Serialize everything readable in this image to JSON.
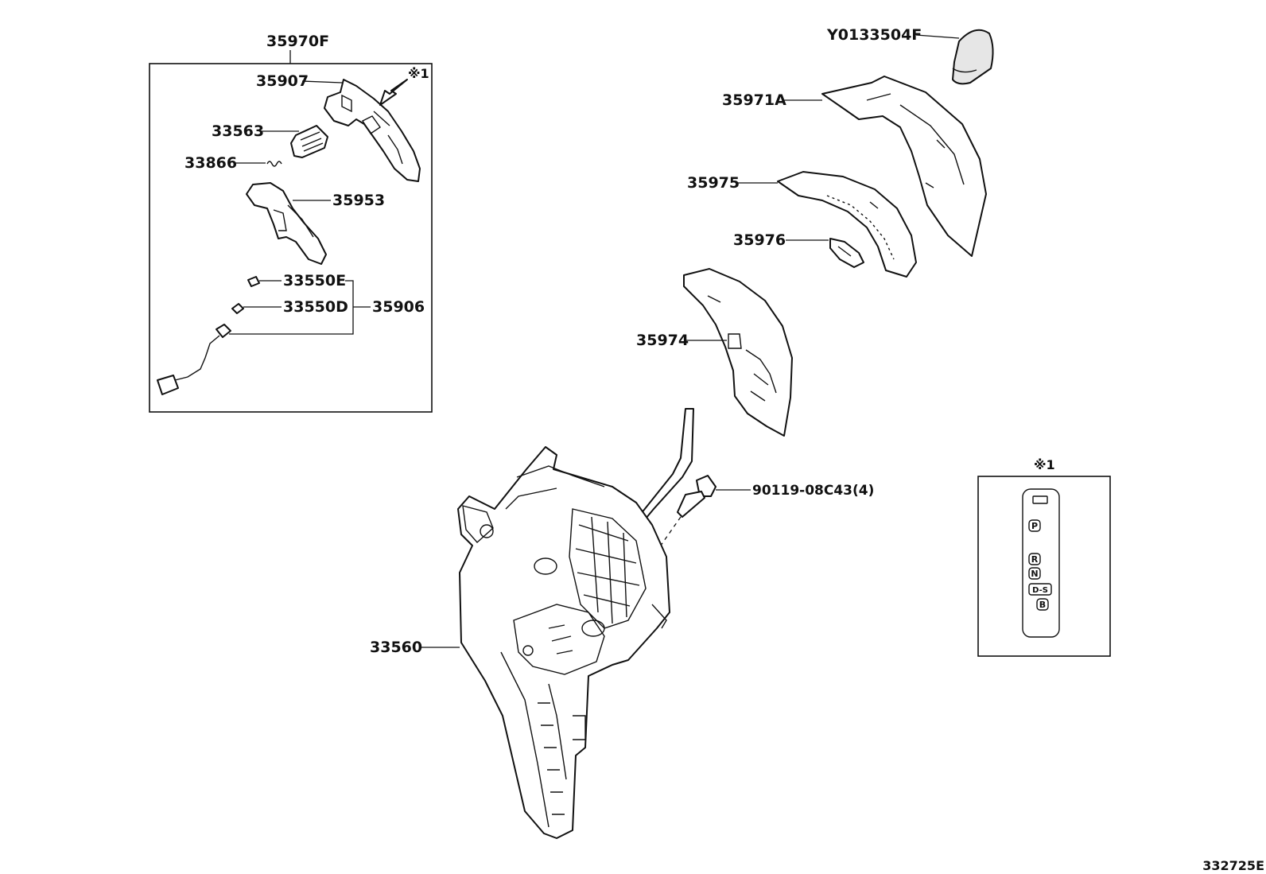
{
  "callouts": {
    "kit": "35970F",
    "p35907": "35907",
    "p33563": "33563",
    "p33866": "33866",
    "p35953": "35953",
    "p33550e": "33550E",
    "p33550d": "33550D",
    "p35906": "35906",
    "knob": "Y0133504F",
    "p35971a": "35971A",
    "p35975": "35975",
    "p35976": "35976",
    "p35974": "35974",
    "bolt": "90119-08C43(4)",
    "p33560": "33560",
    "note_marker": "※1",
    "detail_marker": "※1"
  },
  "shift_indicator": {
    "positions": [
      "P",
      "R",
      "N",
      "D-S",
      "B"
    ]
  },
  "drawing_id": "332725E"
}
